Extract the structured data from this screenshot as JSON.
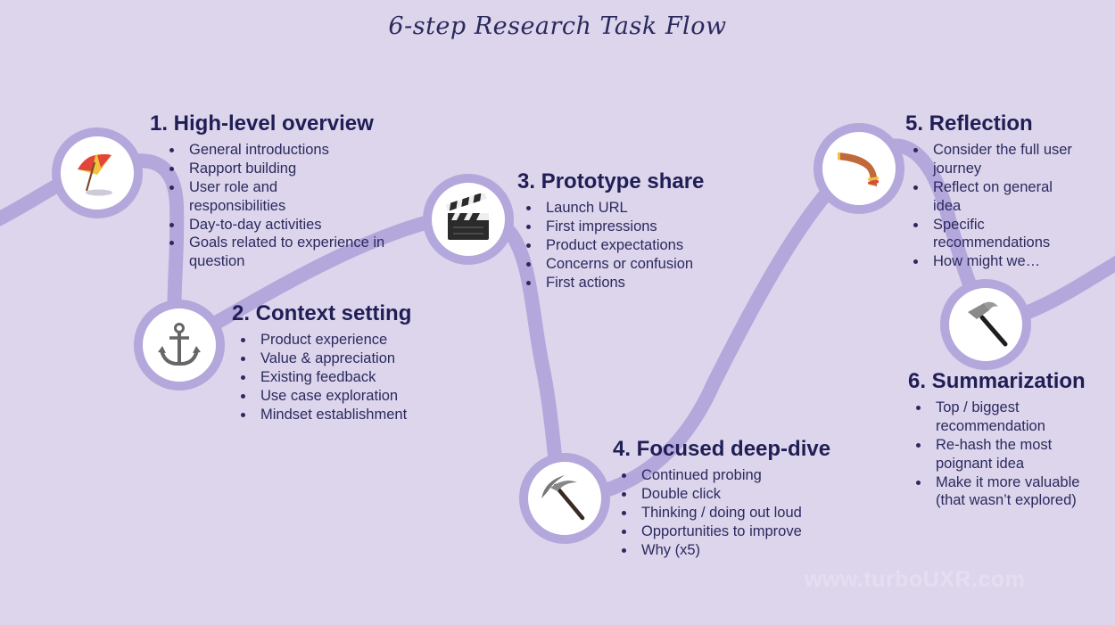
{
  "title": "6-step Research Task Flow",
  "path_color": "#b3a7dc",
  "background_color": "#dcd5ec",
  "steps": [
    {
      "title": "1. High-level overview",
      "icon": "umbrella-icon",
      "items": [
        "General introductions",
        "Rapport building",
        "User role and responsibilities",
        "Day-to-day activities",
        "Goals related to experience in question"
      ]
    },
    {
      "title": "2. Context setting",
      "icon": "anchor-icon",
      "items": [
        "Product experience",
        "Value & appreciation",
        "Existing feedback",
        "Use case exploration",
        "Mindset establishment"
      ]
    },
    {
      "title": "3. Prototype share",
      "icon": "clapperboard-icon",
      "items": [
        "Launch URL",
        "First impressions",
        "Product expectations",
        "Concerns or confusion",
        "First actions"
      ]
    },
    {
      "title": "4. Focused deep-dive",
      "icon": "pickaxe-icon",
      "items": [
        "Continued probing",
        "Double click",
        "Thinking / doing out loud",
        "Opportunities to improve",
        "Why (x5)"
      ]
    },
    {
      "title": "5. Reflection",
      "icon": "boomerang-icon",
      "items": [
        "Consider the full user journey",
        "Reflect on general idea",
        "Specific recommendations",
        "How might we…"
      ]
    },
    {
      "title": "6. Summarization",
      "icon": "hammer-icon",
      "items": [
        "Top / biggest recommendation",
        "Re-hash the most poignant idea",
        "Make it more valuable (that wasn’t explored)"
      ]
    }
  ],
  "watermark": "www.turboUXR.com"
}
